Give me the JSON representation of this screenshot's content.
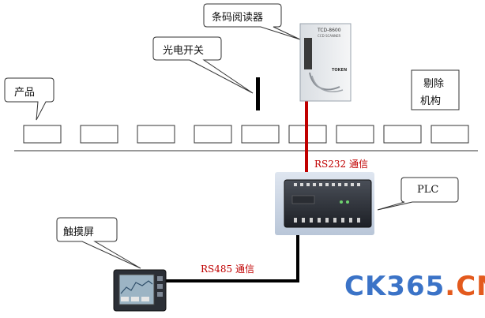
{
  "labels": {
    "product": "产品",
    "photo_switch": "光电开关",
    "barcode_reader": "条码阅读器",
    "reject_mechanism_line1": "剔除",
    "reject_mechanism_line2": "机构",
    "plc": "PLC",
    "touch_screen": "触摸屏",
    "rs232": "RS232 通信",
    "rs485": "RS485 通信"
  },
  "barcode_device": {
    "model": "TCD-8600",
    "subtitle": "CCD SCANNER",
    "brand": "TOKEN"
  },
  "watermark": {
    "main": "CK365",
    "dot_suffix": ".CN"
  },
  "colors": {
    "rs232_line": "#c00000",
    "rs485_line": "#000000",
    "watermark_blue": "#3b73c7",
    "watermark_orange": "#e35a1d"
  }
}
